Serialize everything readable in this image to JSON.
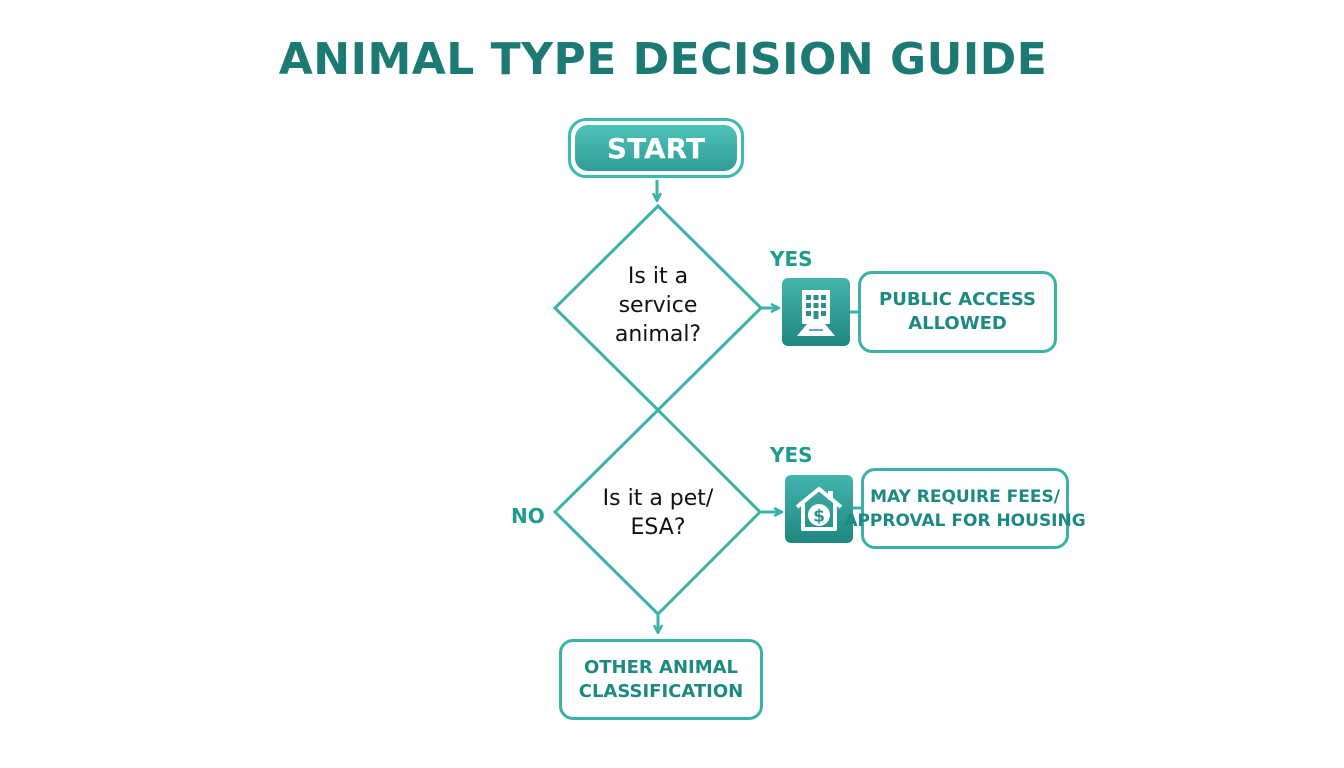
{
  "title": "ANIMAL TYPE DECISION GUIDE",
  "start": {
    "label": "START"
  },
  "decisions": [
    {
      "line1": "Is it a",
      "line2": "service",
      "line3": "animal?",
      "yes_label": "YES"
    },
    {
      "line1": "Is it a pet/",
      "line2": "ESA?",
      "yes_label": "YES",
      "no_label": "NO"
    }
  ],
  "outcomes": {
    "public_access": {
      "line1": "PUBLIC ACCESS",
      "line2": "ALLOWED",
      "icon": "building-icon"
    },
    "housing_fees": {
      "line1": "MAY REQUIRE FEES/",
      "line2": "APPROVAL FOR HOUSING",
      "icon": "house-dollar-icon"
    },
    "other": {
      "line1": "OTHER ANIMAL",
      "line2": "CLASSIFICATION"
    }
  },
  "colors": {
    "title": "#1c7a74",
    "accent": "#3bbab0",
    "text_teal": "#1c8a82",
    "icon_bg": "#2a9d95"
  }
}
